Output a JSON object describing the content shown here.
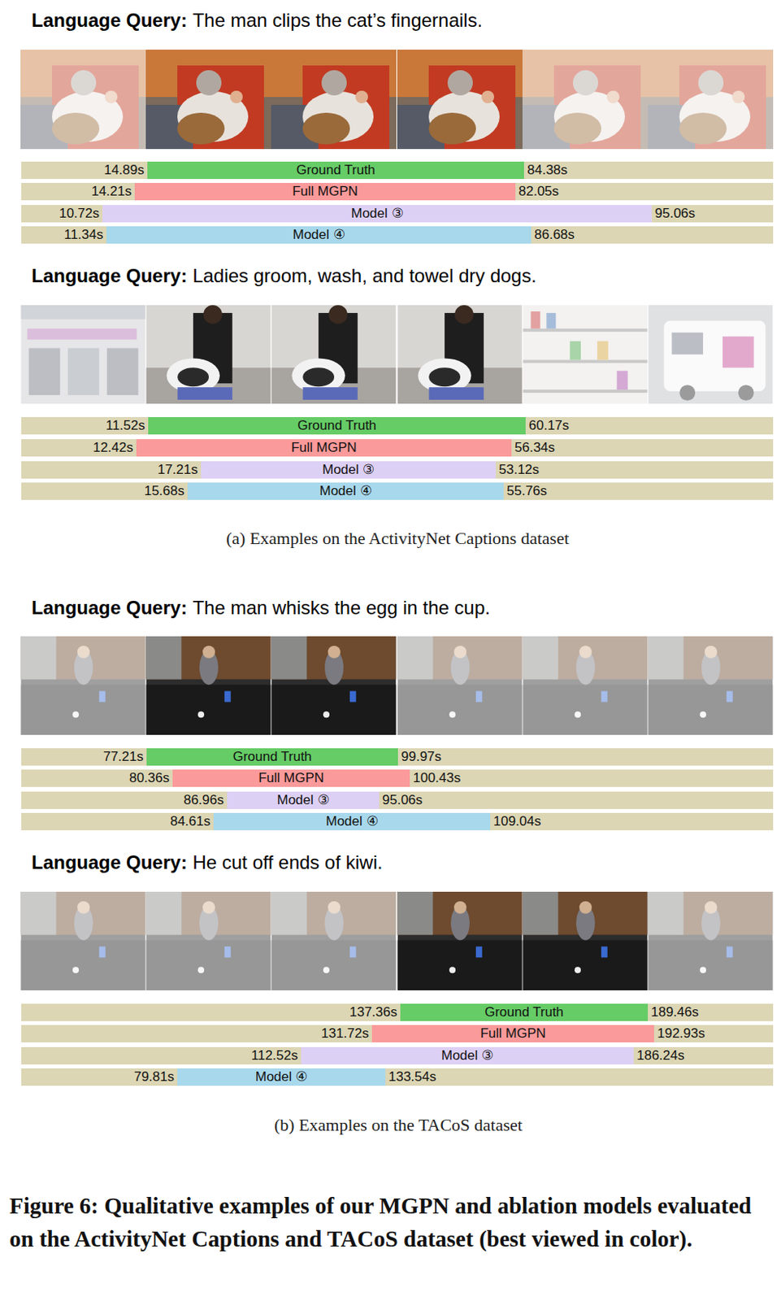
{
  "diagram": {
    "caption": "Figure 6: Qualitative examples of our MGPN and ablation models evaluated on the ActivityNet Captions and TACoS dataset (best viewed in color).",
    "nodes": [
      {
        "text": [
          "14.89s",
          "Ground Truth",
          "84.38s"
        ]
      },
      {
        "text": [
          "14.21s",
          "Full MGPN",
          "82.05s"
        ]
      },
      {
        "text": [
          "10.72s",
          "Model ③",
          "95.06s"
        ]
      },
      {
        "text": [
          "11.34s",
          "Model ④",
          "86.68s"
        ]
      },
      {
        "text": [
          "11.52s",
          "Ground Truth",
          "60.17s"
        ]
      },
      {
        "text": [
          "12.42s",
          "Full MGPN",
          "56.34s"
        ]
      },
      {
        "text": [
          "17.21s",
          "Model ③",
          "53.12s"
        ]
      },
      {
        "text": [
          "15.68s",
          "Model ④",
          "55.76s"
        ]
      },
      {
        "text": [
          "77.21s",
          "Ground Truth",
          "99.97s"
        ]
      },
      {
        "text": [
          "80.36s",
          "Full MGPN",
          "100.43s"
        ]
      },
      {
        "text": [
          "86.96s",
          "Model ③",
          "95.06s"
        ]
      },
      {
        "text": [
          "84.61s",
          "Model ④",
          "109.04s"
        ]
      },
      {
        "text": [
          "137.36s",
          "Ground Truth",
          "189.46s"
        ]
      },
      {
        "text": [
          "131.72s",
          "Full MGPN",
          "192.93s"
        ]
      },
      {
        "text": [
          "112.52s",
          "Model ③",
          "186.24s"
        ]
      },
      {
        "text": [
          "79.81s",
          "Model ④",
          "133.54s"
        ]
      }
    ],
    "labels": [
      "Language Query:",
      "The man clips the cat’s fingernails.",
      "Language Query:",
      "Ladies groom, wash, and towel dry dogs.",
      "Language Query:",
      "The man whisks the egg in the cup.",
      "Language Query:",
      "He cut off ends of kiwi.",
      "(a)  Examples on the ActivityNet Captions dataset",
      "(b)  Examples on the TACoS dataset"
    ]
  }
}
